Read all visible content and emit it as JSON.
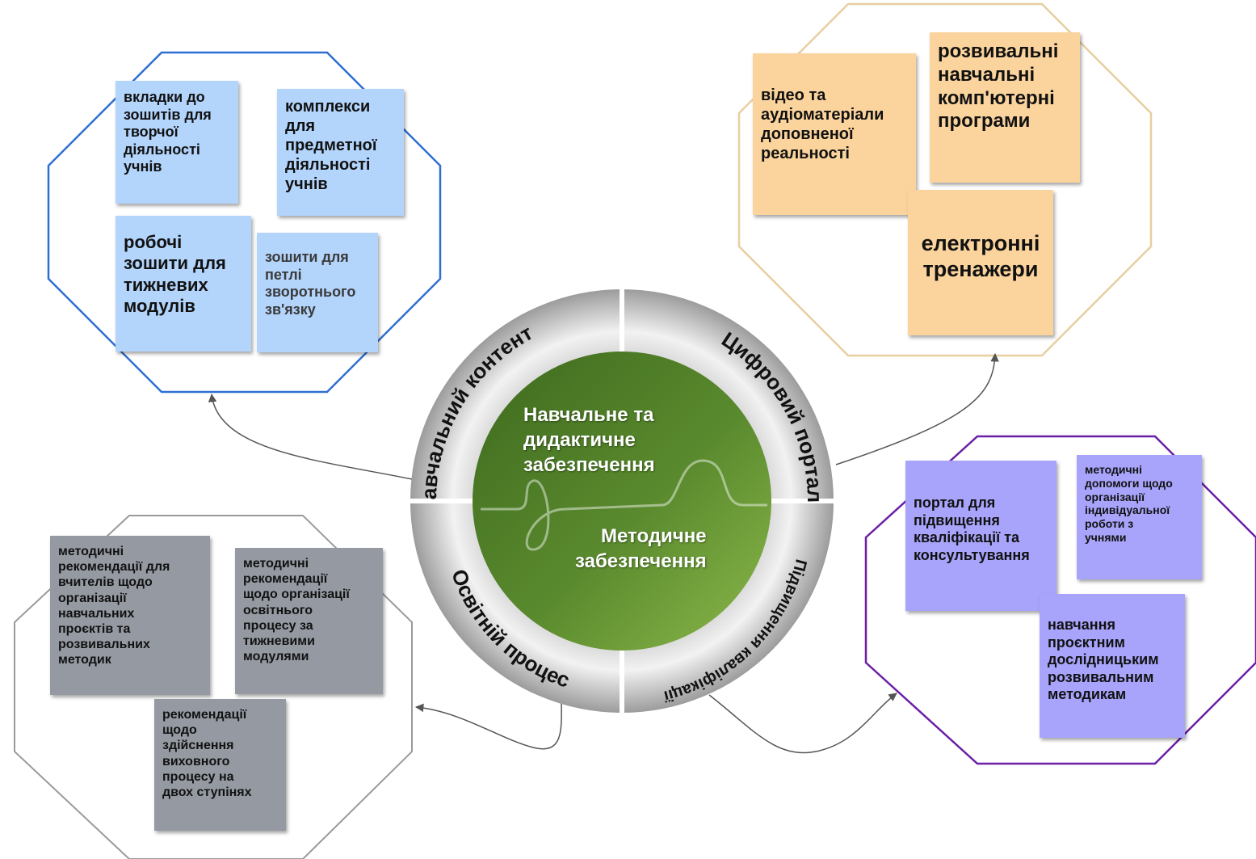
{
  "hub": {
    "center_top": "Навчальне  та\nдидактичне\nзабезпечення",
    "center_bottom": "Методичне\nзабезпечення",
    "segments": [
      "Навчальний контент",
      "Цифровий портал",
      "Підвищення кваліфікації",
      "Освітній процес"
    ]
  },
  "groups": {
    "content": {
      "border_color": "#2f6fd1",
      "notes": [
        "вкладки до\nзошитів для\nтворчої\nдіяльності\nучнів",
        "комплекси\nдля\nпредметної\nдіяльності\nучнів",
        "робочі\nзошити для\nтижневих\nмодулів",
        "зошити для\nпетлі\nзворотнього\nзв'язку"
      ]
    },
    "digital": {
      "border_color": "#e8cfa0",
      "notes": [
        "відео та\nаудіоматеріали\nдоповненої\nреальності",
        "розвивальні\nнавчальні\nкомп'ютерні\nпрограми",
        "електронні\nтренажери"
      ]
    },
    "qualification": {
      "border_color": "#6a1fa6",
      "notes": [
        "портал для\nпідвищення\nкваліфікації та\nконсультування",
        "методичні\nдопомоги щодо\nорганізації\nіндивідуальної\nроботи з\nучнями",
        "навчання\nпроєктним\nдослідницьким\nрозвивальним\nметодикам"
      ]
    },
    "process": {
      "border_color": "#9a9a9a",
      "notes": [
        "методичні\nрекомендації для\nвчителів щодо\nорганізації\nнавчальних\nпроєктів та\nрозвивальних\nметодик",
        "методичні\nрекомендації\nщодо організації\nосвітнього\nпроцесу за\nтижневими\nмодулями",
        "рекомендації\nщодо\nздійснення\nвиховного\nпроцесу на\nдвох ступінях"
      ]
    }
  },
  "colors": {
    "blue_note": "#b3d4fb",
    "orange_note": "#fbd49d",
    "purple_note": "#a8a4fb",
    "gray_note": "#959aa2",
    "hub_green_dark": "#3e6a1e",
    "hub_green_light": "#8cb84a",
    "connector": "#555555"
  }
}
